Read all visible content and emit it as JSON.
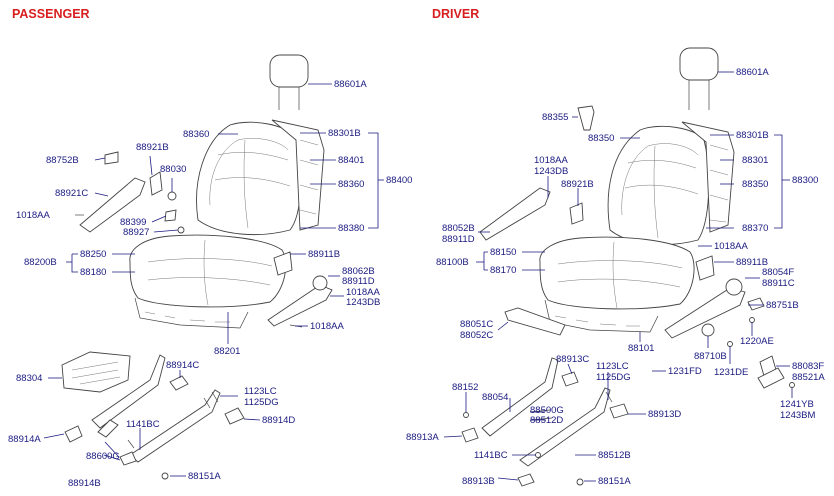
{
  "headers": {
    "passenger": "PASSENGER",
    "driver": "DRIVER"
  },
  "passenger_labels": {
    "p88601A": "88601A",
    "p88360a": "88360",
    "p88301B": "88301B",
    "p88401": "88401",
    "p88360b": "88360",
    "p88400": "88400",
    "p88380": "88380",
    "p88752B": "88752B",
    "p88921B": "88921B",
    "p88030": "88030",
    "p88921C": "88921C",
    "p1018AAa": "1018AA",
    "p88399": "88399",
    "p88927": "88927",
    "p88911B": "88911B",
    "p88200B": "88200B",
    "p88250": "88250",
    "p88180": "88180",
    "p88062B": "88062B",
    "p88911D": "88911D",
    "p1018AAb": "1018AA",
    "p1243DB": "1243DB",
    "p1018AAc": "1018AA",
    "p88201": "88201",
    "p88304": "88304",
    "p88914C": "88914C",
    "p1123LC": "1123LC",
    "p1125DG": "1125DG",
    "p88914D": "88914D",
    "p1141BC": "1141BC",
    "p88914A": "88914A",
    "p88600G": "88600G",
    "p88914B": "88914B",
    "p88151A": "88151A"
  },
  "driver_labels": {
    "d88601A": "88601A",
    "d88355": "88355",
    "d88350a": "88350",
    "d88301B": "88301B",
    "d88301": "88301",
    "d88350b": "88350",
    "d88300": "88300",
    "d88370": "88370",
    "d1018AAa": "1018AA",
    "d1243DB": "1243DB",
    "d88921B": "88921B",
    "d88052B": "88052B",
    "d88911D": "88911D",
    "d88100B": "88100B",
    "d88150": "88150",
    "d88170": "88170",
    "d1018AAb": "1018AA",
    "d88911B": "88911B",
    "d88054F": "88054F",
    "d88911C": "88911C",
    "d88751B": "88751B",
    "d88051C": "88051C",
    "d88052C": "88052C",
    "d88101": "88101",
    "d1220AE": "1220AE",
    "d88710B": "88710B",
    "d1231DE": "1231DE",
    "d88083F": "88083F",
    "d88521A": "88521A",
    "d1241YB": "1241YB",
    "d1243BM": "1243BM",
    "d88913C": "88913C",
    "d1123LC": "1123LC",
    "d1125DG": "1125DG",
    "d1231FD": "1231FD",
    "d88152": "88152",
    "d88054": "88054",
    "d88500G": "88500G",
    "d88512D": "88512D",
    "d88913D": "88913D",
    "d88913A": "88913A",
    "d1141BC": "1141BC",
    "d88512B": "88512B",
    "d88913B": "88913B",
    "d88151A": "88151A"
  }
}
